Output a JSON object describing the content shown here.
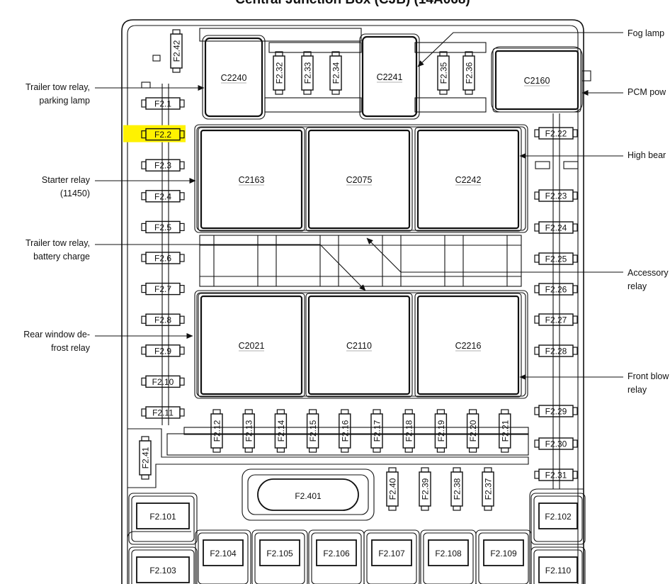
{
  "title": "Central Junction Box (CJB) (14A068)",
  "colors": {
    "highlight": "#fff200",
    "line": "#111111",
    "background": "#ffffff"
  },
  "relays": [
    {
      "label": "C2240"
    },
    {
      "label": "C2241"
    },
    {
      "label": "C2160"
    },
    {
      "label": "C2163"
    },
    {
      "label": "C2075"
    },
    {
      "label": "C2242"
    },
    {
      "label": "C2021"
    },
    {
      "label": "C2110"
    },
    {
      "label": "C2216"
    }
  ],
  "fuses_left": [
    "F2.1",
    "F2.2",
    "F2.3",
    "F2.4",
    "F2.5",
    "F2.6",
    "F2.7",
    "F2.8",
    "F2.9",
    "F2.10",
    "F2.11"
  ],
  "fuses_right": [
    "F2.22",
    "F2.23",
    "F2.24",
    "F2.25",
    "F2.26",
    "F2.27",
    "F2.28",
    "F2.29",
    "F2.30",
    "F2.31"
  ],
  "fuses_top_vertical": [
    "F2.42",
    "F2.32",
    "F2.33",
    "F2.34",
    "F2.35",
    "F2.36"
  ],
  "fuses_middle_vertical": [
    "F2.12",
    "F2.13",
    "F2.14",
    "F2.15",
    "F2.16",
    "F2.17",
    "F2.18",
    "F2.19",
    "F2.20",
    "F2.21"
  ],
  "fuses_lower_vertical": [
    "F2.41",
    "F2.40",
    "F2.39",
    "F2.38",
    "F2.37"
  ],
  "fuse_large": "F2.401",
  "fuses_maxi": [
    "F2.101",
    "F2.102",
    "F2.103",
    "F2.104",
    "F2.105",
    "F2.106",
    "F2.107",
    "F2.108",
    "F2.109",
    "F2.110"
  ],
  "highlighted_fuse": "F2.2",
  "callouts_left": [
    {
      "lines": [
        "Trailer tow relay,",
        "parking lamp"
      ]
    },
    {
      "lines": [
        "Starter relay",
        "(11450)"
      ]
    },
    {
      "lines": [
        "Trailer tow relay,",
        "battery charge"
      ]
    },
    {
      "lines": [
        "Rear window de-",
        "frost relay"
      ]
    }
  ],
  "callouts_right": [
    {
      "lines": [
        "Fog lamp"
      ]
    },
    {
      "lines": [
        "PCM pow"
      ]
    },
    {
      "lines": [
        "High bear"
      ]
    },
    {
      "lines": [
        "Accessory",
        "relay"
      ]
    },
    {
      "lines": [
        "Front blow",
        "relay"
      ]
    }
  ]
}
